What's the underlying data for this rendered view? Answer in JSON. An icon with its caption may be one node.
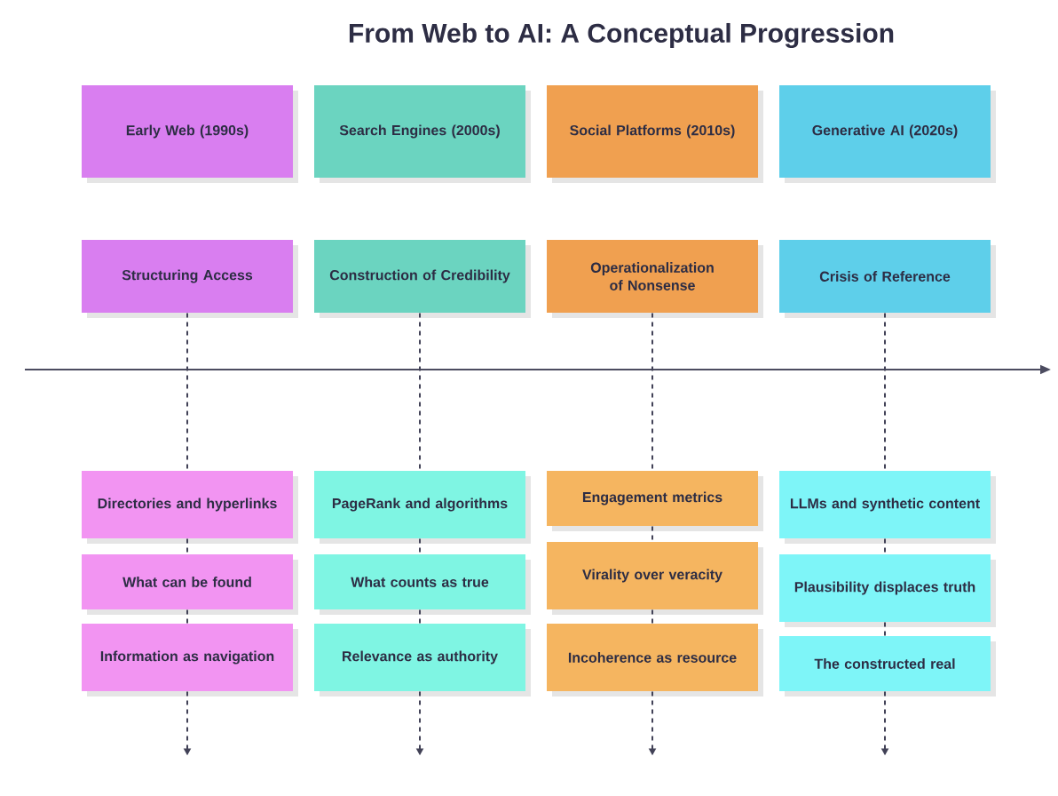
{
  "diagram": {
    "title": "From Web to AI: A Conceptual Progression",
    "nodes": [
      {
        "text": [
          "Early Web (1990s)"
        ]
      },
      {
        "text": [
          "Search Engines (2000s)"
        ]
      },
      {
        "text": [
          "Social Platforms (2010s)"
        ]
      },
      {
        "text": [
          "Generative AI (2020s)"
        ]
      },
      {
        "text": [
          "Structuring Access"
        ]
      },
      {
        "text": [
          "Construction of Credibility"
        ]
      },
      {
        "text": [
          "Operationalization of Nonsense"
        ]
      },
      {
        "text": [
          "Crisis of Reference"
        ]
      },
      {
        "text": [
          "Directories and hyperlinks"
        ]
      },
      {
        "text": [
          "PageRank and algorithms"
        ]
      },
      {
        "text": [
          "Engagement metrics"
        ]
      },
      {
        "text": [
          "LLMs and synthetic content"
        ]
      },
      {
        "text": [
          "What can be found"
        ]
      },
      {
        "text": [
          "What counts as true"
        ]
      },
      {
        "text": [
          "Virality over veracity"
        ]
      },
      {
        "text": [
          "Plausibility displaces truth"
        ]
      },
      {
        "text": [
          "Information as navigation"
        ]
      },
      {
        "text": [
          "Relevance as authority"
        ]
      },
      {
        "text": [
          "Incoherence as resource"
        ]
      },
      {
        "text": [
          "The constructed real"
        ]
      }
    ],
    "edges": [
      {
        "from": 4,
        "to": 8,
        "arrow": "none",
        "style": "dashed"
      },
      {
        "from": 5,
        "to": 9,
        "arrow": "none",
        "style": "dashed"
      },
      {
        "from": 6,
        "to": 10,
        "arrow": "none",
        "style": "dashed"
      },
      {
        "from": 7,
        "to": 11,
        "arrow": "none",
        "style": "dashed"
      },
      {
        "from": 8,
        "to": 12,
        "arrow": "none",
        "style": "dashed"
      },
      {
        "from": 9,
        "to": 13,
        "arrow": "none",
        "style": "dashed"
      },
      {
        "from": 10,
        "to": 14,
        "arrow": "none",
        "style": "dashed"
      },
      {
        "from": 11,
        "to": 15,
        "arrow": "none",
        "style": "dashed"
      },
      {
        "from": 12,
        "to": 16,
        "arrow": "none",
        "style": "dashed"
      },
      {
        "from": 13,
        "to": 17,
        "arrow": "none",
        "style": "dashed"
      },
      {
        "from": 14,
        "to": 18,
        "arrow": "none",
        "style": "dashed"
      },
      {
        "from": 15,
        "to": 19,
        "arrow": "none",
        "style": "dashed"
      },
      {
        "from": 16,
        "to": null,
        "arrow": "to",
        "style": "dashed"
      },
      {
        "from": 17,
        "to": null,
        "arrow": "to",
        "style": "dashed"
      },
      {
        "from": 18,
        "to": null,
        "arrow": "to",
        "style": "dashed"
      },
      {
        "from": 19,
        "to": null,
        "arrow": "to",
        "style": "dashed"
      }
    ]
  }
}
